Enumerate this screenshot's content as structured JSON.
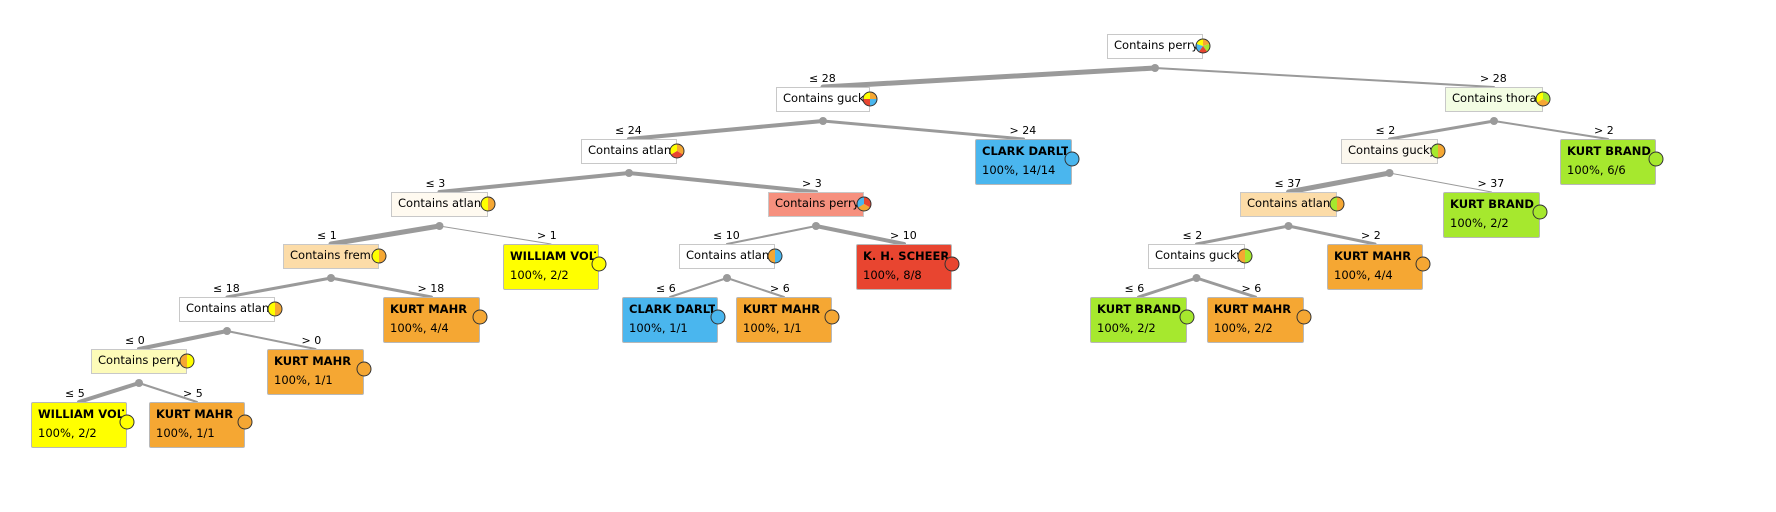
{
  "colors": {
    "edge": "#9a9a9a",
    "William Voltz": "#ffff00",
    "Kurt Mahr": "#f5a733",
    "Clark Darlton": "#4ab6ee",
    "K. H. Scheer": "#e84530",
    "Kurt Brand": "#a6e82e"
  },
  "nodes": [
    {
      "id": "root",
      "kind": "split",
      "text": "Contains perry",
      "bg": "#ffffff",
      "pie": [
        "#f5a733",
        "#a6e82e",
        "#e84530",
        "#4ab6ee",
        "#ffff00"
      ]
    },
    {
      "id": "n1",
      "kind": "split",
      "text": "Contains gucky",
      "bg": "#ffffff",
      "edge": "≤ 28",
      "pie": [
        "#f5a733",
        "#4ab6ee",
        "#e84530",
        "#ffff00"
      ]
    },
    {
      "id": "n2",
      "kind": "split",
      "text": "Contains thora",
      "bg": "#f3fde3",
      "edge": "> 28",
      "pie": [
        "#a6e82e",
        "#f5a733",
        "#ffff00"
      ]
    },
    {
      "id": "n3",
      "kind": "split",
      "text": "Contains atlan",
      "bg": "#ffffff",
      "edge": "≤ 24",
      "pie": [
        "#f5a733",
        "#e84530",
        "#ffff00"
      ]
    },
    {
      "id": "n4",
      "kind": "leaf",
      "text": "CLARK DARLTON",
      "stats": "100%, 14/14",
      "bg": "#4ab6ee",
      "edge": "> 24",
      "pie": [
        "#4ab6ee"
      ]
    },
    {
      "id": "n5",
      "kind": "split",
      "text": "Contains gucky",
      "bg": "#fcf8ee",
      "edge": "≤ 2",
      "pie": [
        "#f5a733",
        "#a6e82e"
      ]
    },
    {
      "id": "n6",
      "kind": "leaf",
      "text": "KURT BRAND",
      "stats": "100%, 6/6",
      "bg": "#a6e82e",
      "edge": "> 2",
      "pie": [
        "#a6e82e"
      ]
    },
    {
      "id": "n7",
      "kind": "split",
      "text": "Contains atlan",
      "bg": "#fffaf0",
      "edge": "≤ 3",
      "pie": [
        "#f5a733",
        "#ffff00"
      ]
    },
    {
      "id": "n8",
      "kind": "leaf",
      "text": "WILLIAM VOLTZ",
      "stats": "100%, 2/2",
      "bg": "#ffff00",
      "edge": "> 1",
      "pie": [
        "#ffff00"
      ]
    },
    {
      "id": "n9",
      "kind": "split",
      "text": "Contains perry",
      "bg": "#f6907e",
      "edge": "> 3",
      "pie": [
        "#e84530",
        "#f5a733",
        "#4ab6ee"
      ]
    },
    {
      "id": "n10",
      "kind": "split",
      "text": "Contains atlan",
      "bg": "#fcdca8",
      "edge": "≤ 37",
      "pie": [
        "#f5a733",
        "#a6e82e"
      ]
    },
    {
      "id": "n11",
      "kind": "leaf",
      "text": "KURT BRAND",
      "stats": "100%, 2/2",
      "bg": "#a6e82e",
      "edge": "> 37",
      "pie": [
        "#a6e82e"
      ]
    },
    {
      "id": "n12",
      "kind": "split",
      "text": "Contains fremde",
      "bg": "#fcdca8",
      "edge": "≤ 1",
      "pie": [
        "#f5a733",
        "#ffff00"
      ]
    },
    {
      "id": "n13",
      "kind": "split",
      "text": "Contains atlan",
      "bg": "#ffffff",
      "edge": "≤ 10",
      "pie": [
        "#4ab6ee",
        "#f5a733"
      ]
    },
    {
      "id": "n14",
      "kind": "leaf",
      "text": "K. H. SCHEER",
      "stats": "100%, 8/8",
      "bg": "#e84530",
      "edge": "> 10",
      "pie": [
        "#e84530"
      ]
    },
    {
      "id": "n15",
      "kind": "split",
      "text": "Contains gucky",
      "bg": "#ffffff",
      "edge": "≤ 2",
      "pie": [
        "#a6e82e",
        "#f5a733"
      ]
    },
    {
      "id": "n16",
      "kind": "leaf",
      "text": "KURT MAHR",
      "stats": "100%, 4/4",
      "bg": "#f5a733",
      "edge": "> 2",
      "pie": [
        "#f5a733"
      ]
    },
    {
      "id": "n17",
      "kind": "split",
      "text": "Contains atlan",
      "bg": "#ffffff",
      "edge": "≤ 18",
      "pie": [
        "#f5a733",
        "#ffff00"
      ]
    },
    {
      "id": "n18",
      "kind": "leaf",
      "text": "KURT MAHR",
      "stats": "100%, 4/4",
      "bg": "#f5a733",
      "edge": "> 18",
      "pie": [
        "#f5a733"
      ]
    },
    {
      "id": "n19",
      "kind": "leaf",
      "text": "CLARK DARLTON",
      "stats": "100%, 1/1",
      "bg": "#4ab6ee",
      "edge": "≤ 6",
      "pie": [
        "#4ab6ee"
      ]
    },
    {
      "id": "n20",
      "kind": "leaf",
      "text": "KURT MAHR",
      "stats": "100%, 1/1",
      "bg": "#f5a733",
      "edge": "> 6",
      "pie": [
        "#f5a733"
      ]
    },
    {
      "id": "n21",
      "kind": "leaf",
      "text": "KURT BRAND",
      "stats": "100%, 2/2",
      "bg": "#a6e82e",
      "edge": "≤ 6",
      "pie": [
        "#a6e82e"
      ]
    },
    {
      "id": "n22",
      "kind": "leaf",
      "text": "KURT MAHR",
      "stats": "100%, 2/2",
      "bg": "#f5a733",
      "edge": "> 6",
      "pie": [
        "#f5a733"
      ]
    },
    {
      "id": "n23",
      "kind": "split",
      "text": "Contains perry",
      "bg": "#fdfbb8",
      "edge": "≤ 0",
      "pie": [
        "#ffff00",
        "#f5a733"
      ]
    },
    {
      "id": "n24",
      "kind": "leaf",
      "text": "KURT MAHR",
      "stats": "100%, 1/1",
      "bg": "#f5a733",
      "edge": "> 0",
      "pie": [
        "#f5a733"
      ]
    },
    {
      "id": "n25",
      "kind": "leaf",
      "text": "WILLIAM VOLTZ",
      "stats": "100%, 2/2",
      "bg": "#ffff00",
      "edge": "≤ 5",
      "pie": [
        "#ffff00"
      ]
    },
    {
      "id": "n26",
      "kind": "leaf",
      "text": "KURT MAHR",
      "stats": "100%, 1/1",
      "bg": "#f5a733",
      "edge": "> 5",
      "pie": [
        "#f5a733"
      ]
    }
  ],
  "edges": [
    {
      "from": "root",
      "to": "n1",
      "weight": 5
    },
    {
      "from": "root",
      "to": "n2",
      "weight": 2
    },
    {
      "from": "n1",
      "to": "n3",
      "weight": 4
    },
    {
      "from": "n1",
      "to": "n4",
      "weight": 3
    },
    {
      "from": "n2",
      "to": "n5",
      "weight": 3
    },
    {
      "from": "n2",
      "to": "n6",
      "weight": 2
    },
    {
      "from": "n3",
      "to": "n7",
      "weight": 4
    },
    {
      "from": "n3",
      "to": "n9",
      "weight": 4
    },
    {
      "from": "n7",
      "to": "n12",
      "weight": 5
    },
    {
      "from": "n7",
      "to": "n8",
      "weight": 1
    },
    {
      "from": "n9",
      "to": "n13",
      "weight": 2
    },
    {
      "from": "n9",
      "to": "n14",
      "weight": 4
    },
    {
      "from": "n5",
      "to": "n10",
      "weight": 5
    },
    {
      "from": "n5",
      "to": "n11",
      "weight": 1
    },
    {
      "from": "n12",
      "to": "n17",
      "weight": 3
    },
    {
      "from": "n12",
      "to": "n18",
      "weight": 3
    },
    {
      "from": "n13",
      "to": "n19",
      "weight": 2
    },
    {
      "from": "n13",
      "to": "n20",
      "weight": 2
    },
    {
      "from": "n10",
      "to": "n15",
      "weight": 3
    },
    {
      "from": "n10",
      "to": "n16",
      "weight": 3
    },
    {
      "from": "n15",
      "to": "n21",
      "weight": 3
    },
    {
      "from": "n15",
      "to": "n22",
      "weight": 3
    },
    {
      "from": "n17",
      "to": "n23",
      "weight": 4
    },
    {
      "from": "n17",
      "to": "n24",
      "weight": 2
    },
    {
      "from": "n23",
      "to": "n25",
      "weight": 4
    },
    {
      "from": "n23",
      "to": "n26",
      "weight": 2
    }
  ]
}
